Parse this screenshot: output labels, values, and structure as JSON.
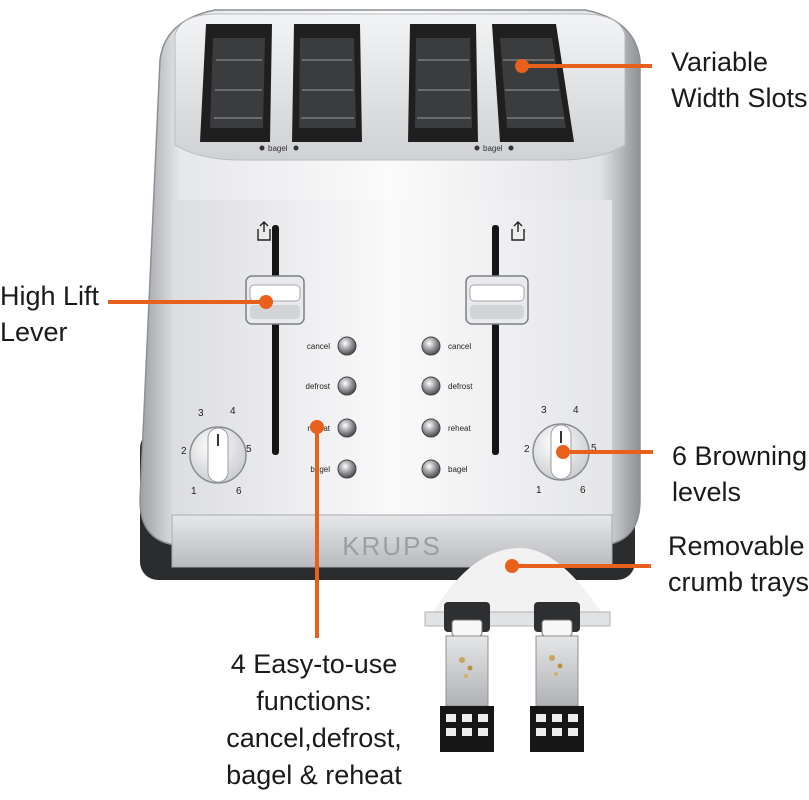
{
  "brand": "KRUPS",
  "colors": {
    "callout_accent": "#e8601c",
    "stainless": "#d9dadc",
    "panel_white": "#f4f5f6",
    "slot_dark": "#2a2a2a"
  },
  "slot_markings": [
    "bagel",
    "bagel"
  ],
  "buttons": {
    "left": [
      "cancel",
      "defrost",
      "reheat",
      "bagel"
    ],
    "right": [
      "cancel",
      "defrost",
      "reheat",
      "bagel"
    ]
  },
  "dial_numbers": [
    "1",
    "2",
    "3",
    "4",
    "5",
    "6"
  ],
  "callouts": {
    "slots": [
      "Variable",
      "Width Slots"
    ],
    "lever": [
      "High Lift",
      "Lever"
    ],
    "browning": [
      "6 Browning",
      "levels"
    ],
    "crumb": [
      "Removable",
      "crumb trays"
    ],
    "functions": [
      "4 Easy-to-use",
      "functions:",
      "cancel,defrost,",
      "bagel & reheat"
    ]
  }
}
